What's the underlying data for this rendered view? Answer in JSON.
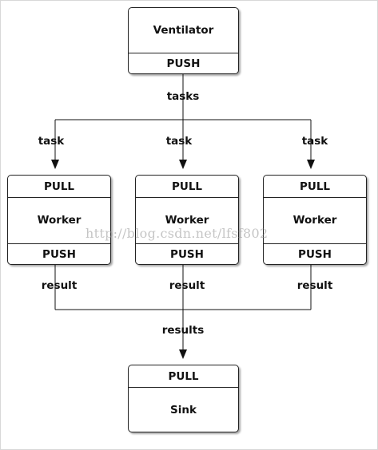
{
  "ventilator": {
    "title": "Ventilator",
    "socket": "PUSH"
  },
  "workers": [
    {
      "pull": "PULL",
      "title": "Worker",
      "push": "PUSH"
    },
    {
      "pull": "PULL",
      "title": "Worker",
      "push": "PUSH"
    },
    {
      "pull": "PULL",
      "title": "Worker",
      "push": "PUSH"
    }
  ],
  "sink": {
    "socket": "PULL",
    "title": "Sink"
  },
  "edges": {
    "tasks": "tasks",
    "task": [
      "task",
      "task",
      "task"
    ],
    "result": [
      "result",
      "result",
      "result"
    ],
    "results": "results"
  },
  "watermark": "http://blog.csdn.net/lfsf802"
}
